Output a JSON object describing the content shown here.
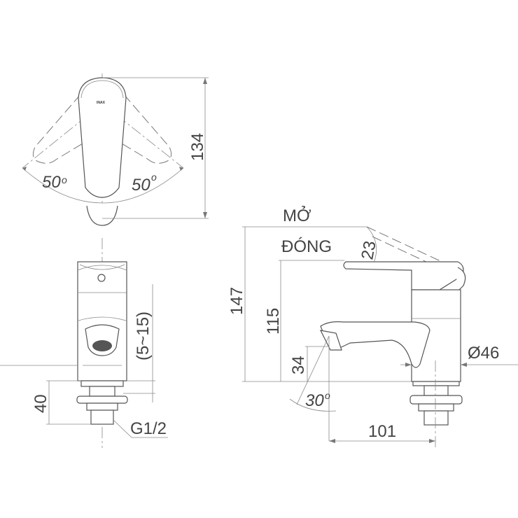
{
  "drawing": {
    "title": "Faucet technical drawing",
    "line_color": "#6a6a6a",
    "text_color": "#444444",
    "top_view": {
      "logo": "INAX",
      "height_dim": "134",
      "angle_left": "50",
      "angle_right": "50",
      "degree_mark": "o"
    },
    "front_view": {
      "deck_thickness_dim": "(5~15)",
      "shank_dim": "40",
      "thread_label": "G1/2"
    },
    "side_view": {
      "open_label": "MỞ",
      "closed_label": "ĐÓNG",
      "lever_angle": "23",
      "total_height_dim": "147",
      "spout_height_dim": "115",
      "outlet_height_dim": "34",
      "outlet_angle": "30",
      "reach_dim": "101",
      "diameter_dim": "Ø46",
      "degree_mark": "o"
    }
  }
}
